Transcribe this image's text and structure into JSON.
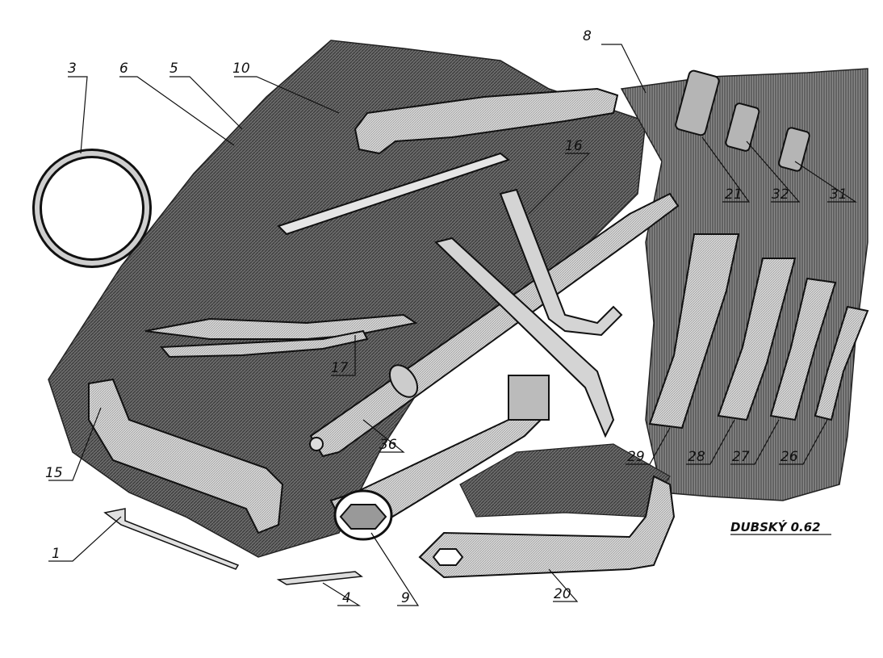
{
  "callouts": {
    "c1": "1",
    "c3": "3",
    "c4": "4",
    "c5": "5",
    "c6": "6",
    "c8": "8",
    "c9": "9",
    "c10": "10",
    "c15": "15",
    "c16": "16",
    "c17": "17",
    "c20": "20",
    "c21": "21",
    "c26": "26",
    "c27": "27",
    "c28": "28",
    "c29": "29",
    "c31": "31",
    "c32": "32",
    "c36": "36"
  },
  "signature": "DUBSKÝ 0.62"
}
